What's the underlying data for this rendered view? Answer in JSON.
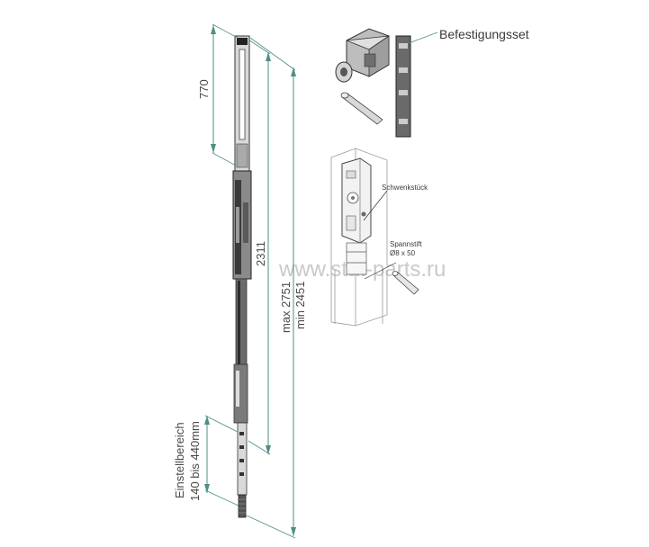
{
  "dimensions": {
    "d770": "770",
    "d2311": "2311",
    "max": "max 2751",
    "min": "min 2451",
    "range_line1": "Einstellbereich",
    "range_line2": "140 bis 440mm"
  },
  "labels": {
    "fixing_set": "Befestigungsset",
    "swivel_piece": "Schwenkstück",
    "pin_line1": "Spannstift",
    "pin_line2": "Ø8 x 50"
  },
  "watermark": "www.stat-parts.ru",
  "colors": {
    "dimension_line": "#4c8f86",
    "rod_dark": "#3a3a3a",
    "rod_light": "#d9d9d9"
  }
}
